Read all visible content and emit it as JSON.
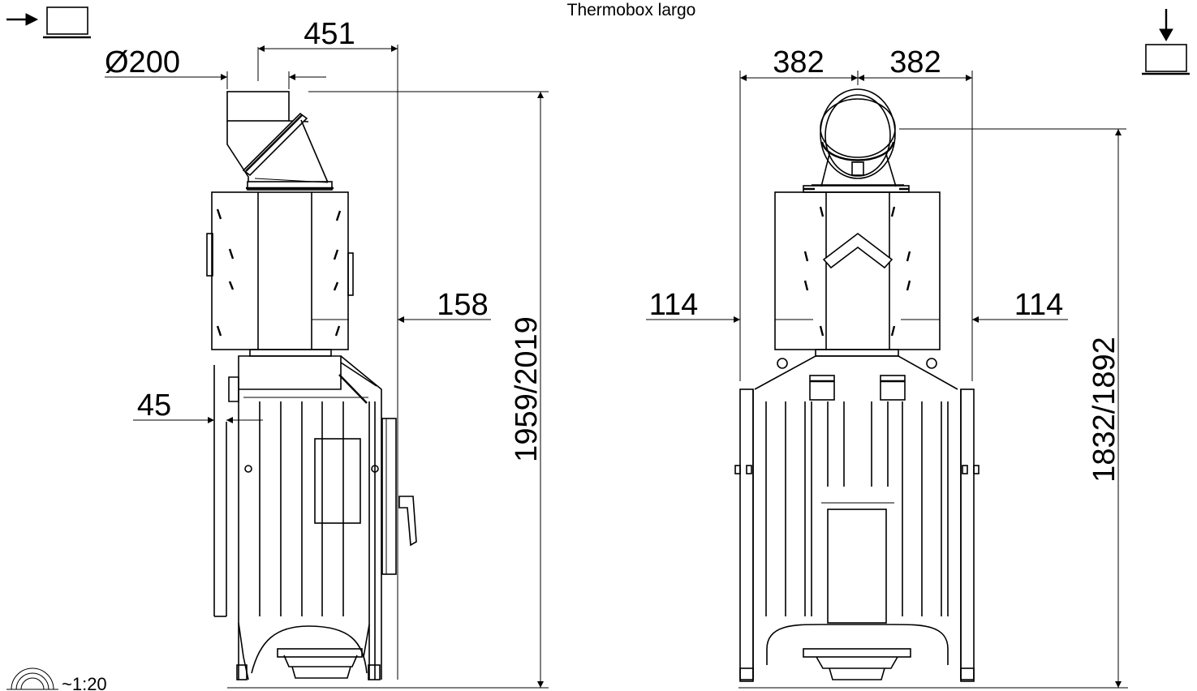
{
  "title": "Thermobox largo",
  "scale": "~1:20",
  "views": {
    "side": {
      "view_icon": "side-view-arrow-icon",
      "dimensions": {
        "flue_diameter": "Ø200",
        "flue_offset": "451",
        "top_overhang": "158",
        "side_offset": "45",
        "total_height": "1959/2019"
      }
    },
    "front": {
      "view_icon": "top-down-arrow-icon",
      "dimensions": {
        "half_width_left": "382",
        "half_width_right": "382",
        "left_overhang": "114",
        "right_overhang": "114",
        "total_height": "1832/1892"
      }
    }
  }
}
